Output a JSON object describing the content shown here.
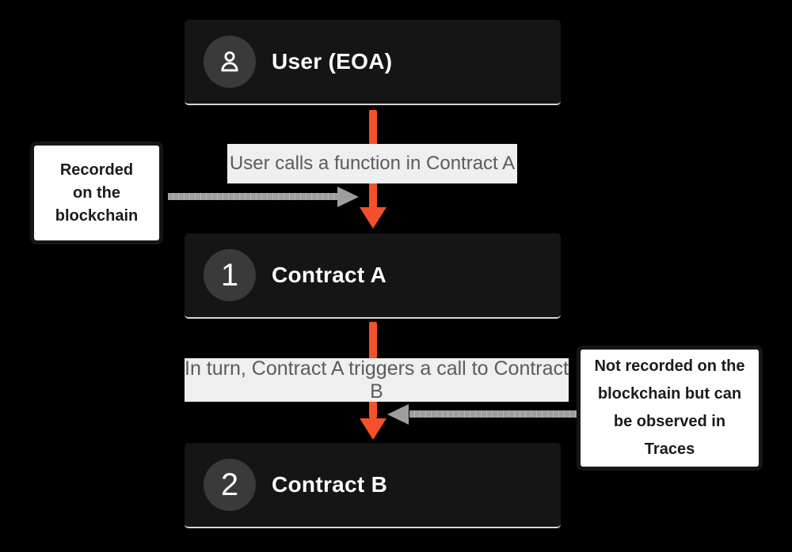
{
  "colors": {
    "background": "#000000",
    "node-bg": "#151515",
    "node-underline": "#d6d6d6",
    "badge-bg": "#3a3a3a",
    "accent": "#f4502c",
    "arrow-gray": "#9e9e9e",
    "label-bg": "#efefef",
    "label-text": "#5c5c5c",
    "annotation-border": "#161616"
  },
  "diagram": {
    "nodes": [
      {
        "id": "user",
        "icon": "user-icon",
        "title": "User (EOA)"
      },
      {
        "id": "contract-a",
        "badge": "1",
        "title": "Contract A"
      },
      {
        "id": "contract-b",
        "badge": "2",
        "title": "Contract B"
      }
    ],
    "flow_labels": [
      {
        "text": "User calls a function in Contract A"
      },
      {
        "text": "In turn, Contract A triggers a call to Contract B"
      }
    ],
    "annotations": [
      {
        "side": "left",
        "text": "Recorded\non the\nblockchain"
      },
      {
        "side": "right",
        "text": "Not recorded on the\nblockchain but can\nbe observed in\nTraces"
      }
    ]
  }
}
